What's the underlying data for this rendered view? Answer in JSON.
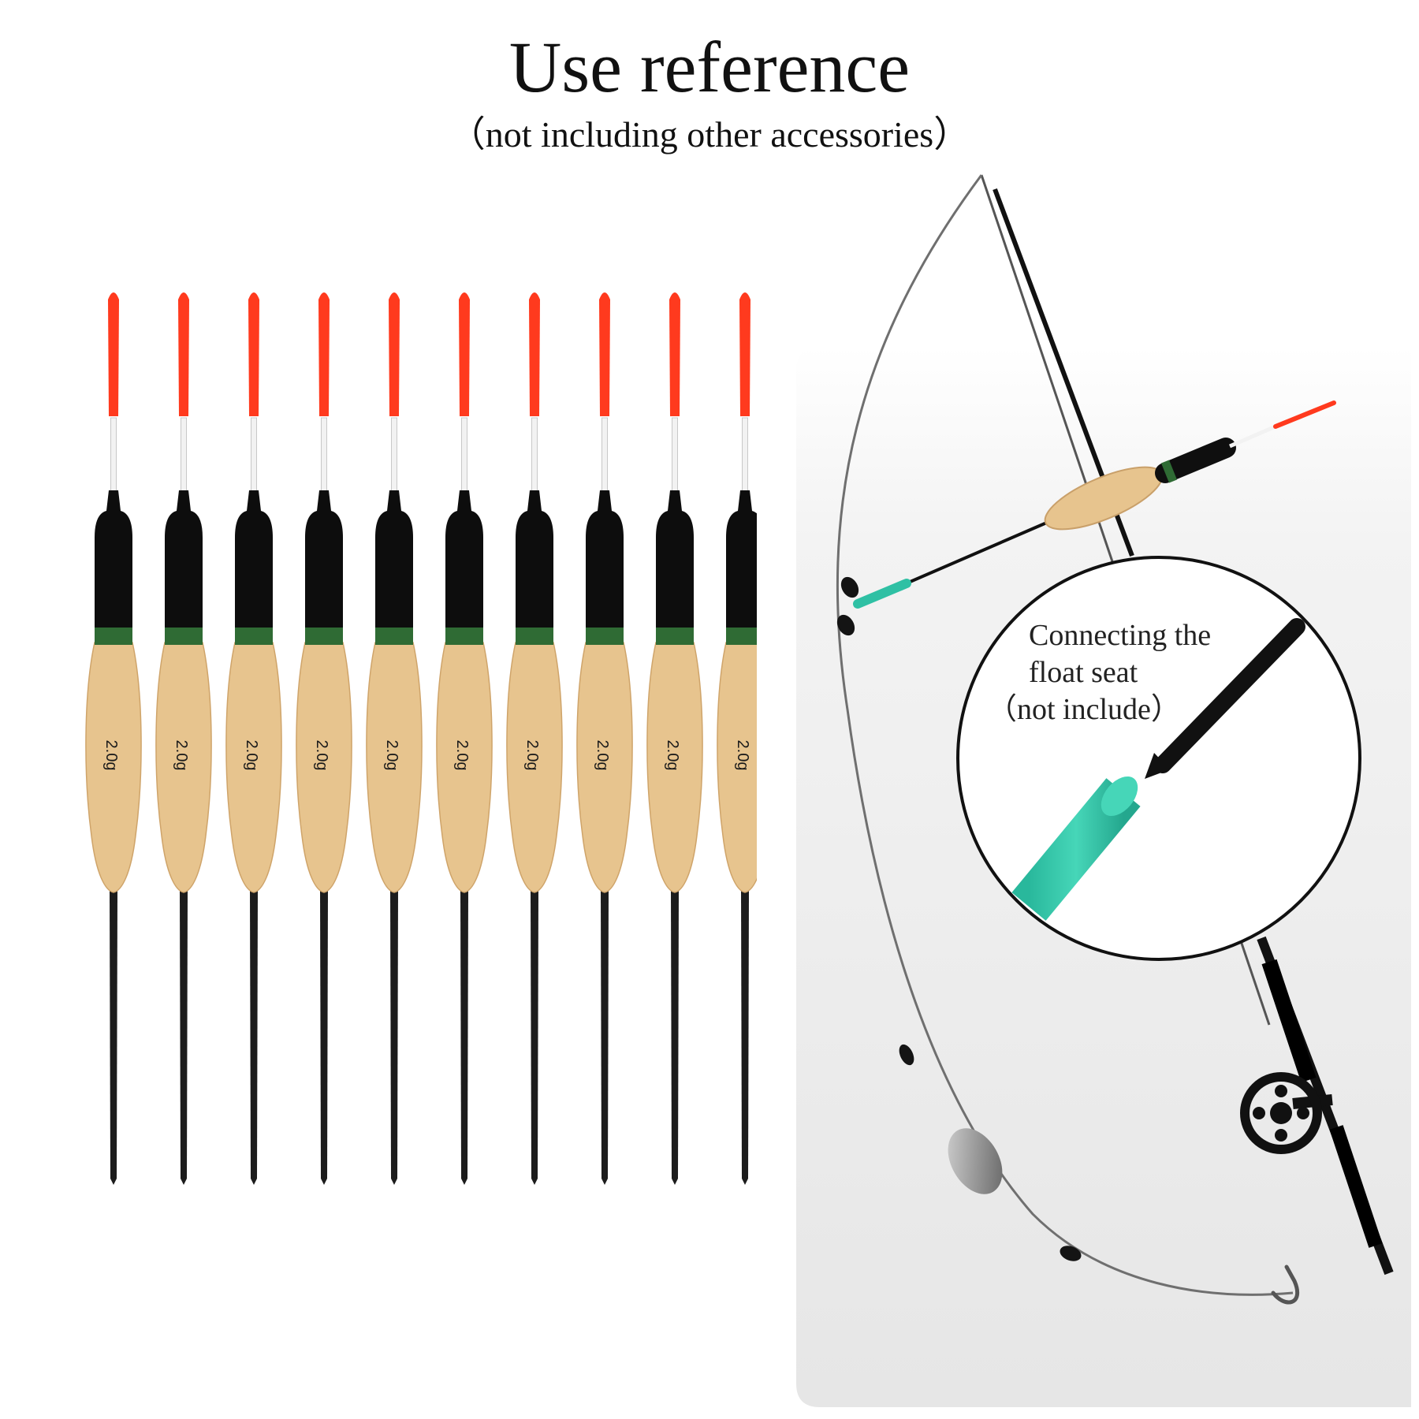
{
  "heading": {
    "title": "Use reference",
    "subtitle": "（not including other accessories）"
  },
  "floats": {
    "count": 10,
    "weight_label": "2.0g",
    "colors": {
      "tip": "#ff3a1e",
      "stem": "#f2f2f2",
      "collar": "#0d0d0d",
      "ring": "#2f6b34",
      "body": "#e7c48e",
      "body_shade": "#cfa46a",
      "stem_bottom": "#1c1c1c"
    }
  },
  "diagram": {
    "callout": {
      "line1": "Connecting the",
      "line2": "float seat",
      "line3": "（not include）"
    },
    "colors": {
      "panel": "#ededed",
      "float_seat": "#2fc0a4",
      "rod": "#111111",
      "sinker": "#8c8c8c"
    }
  }
}
